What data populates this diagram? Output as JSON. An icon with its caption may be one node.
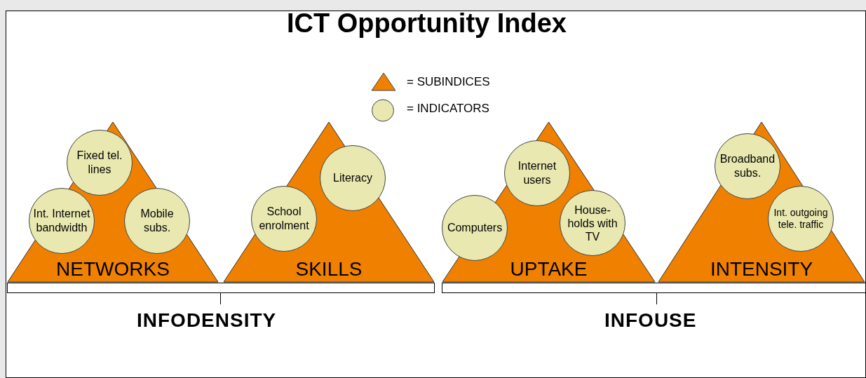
{
  "diagram": {
    "title": "ICT Opportunity Index",
    "nodes": [
      {
        "text": [
          "NETWORKS"
        ]
      },
      {
        "text": [
          "Fixed tel. lines"
        ],
        "in": 0
      },
      {
        "text": [
          "Int. Internet bandwidth"
        ],
        "in": 0
      },
      {
        "text": [
          "Mobile subs."
        ],
        "in": 0
      },
      {
        "text": [
          "SKILLS"
        ]
      },
      {
        "text": [
          "Literacy"
        ],
        "in": 4
      },
      {
        "text": [
          "School enrolment"
        ],
        "in": 4
      },
      {
        "text": [
          "UPTAKE"
        ]
      },
      {
        "text": [
          "Internet users"
        ],
        "in": 7
      },
      {
        "text": [
          "Computers"
        ],
        "in": 7
      },
      {
        "text": [
          "House- holds with TV"
        ],
        "in": 7
      },
      {
        "text": [
          "INTENSITY"
        ]
      },
      {
        "text": [
          "Broadband subs."
        ],
        "in": 11
      },
      {
        "text": [
          "Int. outgoing tele. traffic"
        ],
        "in": 11
      },
      {
        "text": [
          "INFODENSITY"
        ]
      },
      {
        "text": [
          "INFOUSE"
        ]
      }
    ],
    "edges": [],
    "legend": [
      {
        "text": "= SUBINDICES"
      },
      {
        "text": "= INDICATORS"
      }
    ]
  }
}
